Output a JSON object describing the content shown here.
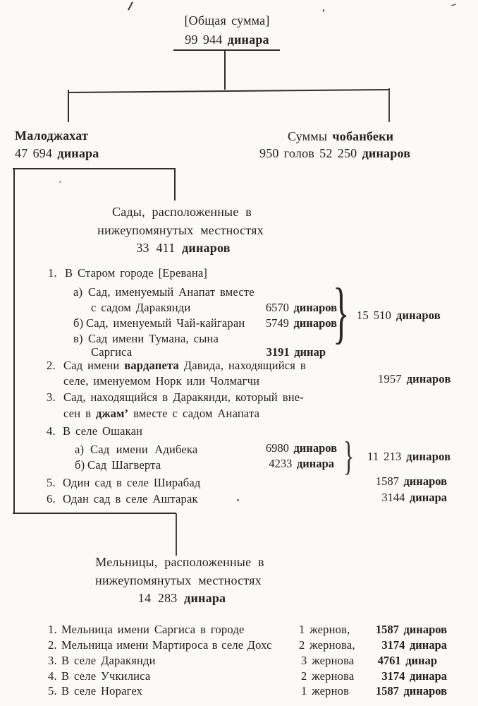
{
  "glyphs": {
    "brace": "}"
  },
  "document": {
    "root": {
      "label": "[Общая сумма]",
      "amount": "99 944",
      "currency": "динара"
    },
    "branch_left": {
      "title": "Малоджахат",
      "amount": "47 694",
      "currency": "динара"
    },
    "branch_right": {
      "title_pre": "Суммы",
      "title_bold": "чобанбеки",
      "amount_line": "950 голов 52 250",
      "currency": "динаров"
    },
    "gardens": {
      "heading1": "Сады, расположенные в",
      "heading2": "нижеупомянутых местностях",
      "total": "33 411",
      "total_currency": "динаров",
      "item1": {
        "num": "1.",
        "text": "В Старом городе [Еревана]"
      },
      "item1a": {
        "letter": "а)",
        "line1": "Сад, именуемый Анапат вместе",
        "line2": "с садом Даракянди",
        "amount": "6570",
        "currency": "динаров"
      },
      "item1b": {
        "letter": "б)",
        "line1": "Сад, именуемый Чай-кайгаран",
        "amount": "5749",
        "currency": "динаров"
      },
      "item1v": {
        "letter": "в)",
        "line1": "Сад имени Тумана, сына",
        "line2": "Саргиса",
        "amount": "3191",
        "currency": "динар"
      },
      "group1_total": {
        "amount": "15 510",
        "currency": "динаров"
      },
      "item2": {
        "num": "2.",
        "l1a": "Сад имени",
        "l1b": "вардапета",
        "l1c": "Давида, находящийся в",
        "line2": "селе, именуемом Норк или Чолмагчи",
        "amount": "1957",
        "currency": "динаров"
      },
      "item3": {
        "num": "3.",
        "line1": "Сад, находящийся в Даракянди, который вне-",
        "l2a": "сен в",
        "l2b": "джам’",
        "l2c": "вместе с садом Анапата"
      },
      "item4": {
        "num": "4.",
        "text": "В селе Ошакан"
      },
      "item4a": {
        "letter": "а)",
        "line1": "Сад имени Адибека",
        "amount": "6980",
        "currency": "динаров"
      },
      "item4b": {
        "letter": "б)",
        "line1": "Сад Шагверта",
        "amount": "4233",
        "currency": "динара"
      },
      "group2_total": {
        "amount": "11 213",
        "currency": "динаров"
      },
      "item5": {
        "num": "5.",
        "text": "Один сад в селе Ширабад",
        "amount": "1587",
        "currency": "динаров"
      },
      "item6": {
        "num": "6.",
        "text": "Одан сад в селе Аштарак",
        "amount": "3144",
        "currency": "динара"
      }
    },
    "mills": {
      "heading1": "Мельницы, расположенные в",
      "heading2": "нижеупомянутых местностях",
      "total": "14 283",
      "total_currency": "динара",
      "rows": [
        {
          "num": "1.",
          "text": "Мельница имени Саргиса в городе",
          "stones": "1 жернов,",
          "amount": "1587",
          "currency": "динаров"
        },
        {
          "num": "2.",
          "text": "Мельница имени Мартироса в селе Дохс",
          "stones": "2 жернова,",
          "amount": "3174",
          "currency": "динара"
        },
        {
          "num": "3.",
          "text": "В селе Даракянди",
          "stones": "3 жернова",
          "amount": "4761",
          "currency": "динар"
        },
        {
          "num": "4.",
          "text": "В селе Учкилиса",
          "stones": "2 жернова",
          "amount": "3174",
          "currency": "динара"
        },
        {
          "num": "5.",
          "text": "В селе Норагех",
          "stones": "1 жернов",
          "amount": "1587",
          "currency": "динаров"
        }
      ]
    }
  }
}
